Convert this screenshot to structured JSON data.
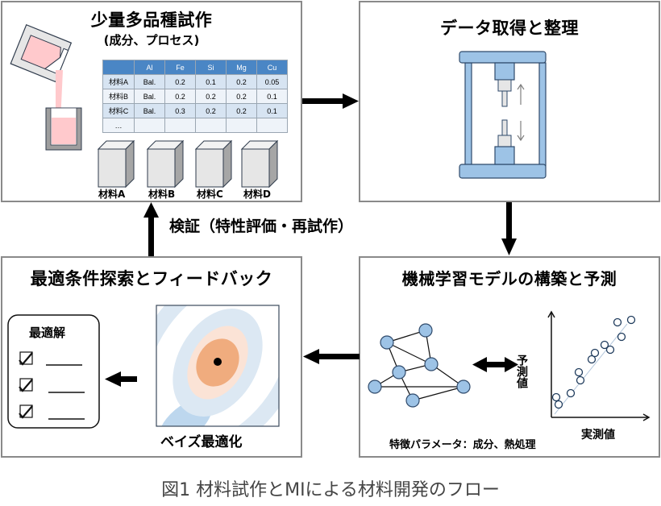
{
  "panels": {
    "trial": {
      "title": "少量多品種試作",
      "subtitle": "(成分、プロセス)",
      "table": {
        "headers": [
          "",
          "Al",
          "Fe",
          "Si",
          "Mg",
          "Cu"
        ],
        "rows": [
          [
            "材料A",
            "Bal.",
            "0.2",
            "0.1",
            "0.2",
            "0.05"
          ],
          [
            "材料B",
            "Bal.",
            "0.2",
            "0.2",
            "0.2",
            "0.1"
          ],
          [
            "材料C",
            "Bal.",
            "0.3",
            "0.2",
            "0.2",
            "0.1"
          ],
          [
            "…",
            "",
            "",
            "",
            "",
            ""
          ]
        ]
      },
      "samples": [
        "材料A",
        "材料B",
        "材料C",
        "材料D"
      ]
    },
    "data": {
      "title": "データ取得と整理"
    },
    "ml": {
      "title": "機械学習モデルの構築と予測",
      "x_axis_label": "実測値",
      "y_axis_label": "予測値",
      "feature_label": "特徴パラメータ：成分、熱処理"
    },
    "optimize": {
      "title": "最適条件探索とフィードバック",
      "solution_title": "最適解",
      "bayes_label": "ベイズ最適化"
    }
  },
  "verify_label": "検証（特性評価・再試作）",
  "caption": "図1  材料試作とMIによる材料開発のフロー",
  "colors": {
    "blue_fill": "#9dc3e6",
    "blue_stroke": "#2f4a6b",
    "header_blue": "#4a86c5",
    "pink": "#ffc9cc",
    "orange": "#f0ac7e",
    "orange_light": "#fbe3d6",
    "blue_light": "#dce8f3"
  }
}
